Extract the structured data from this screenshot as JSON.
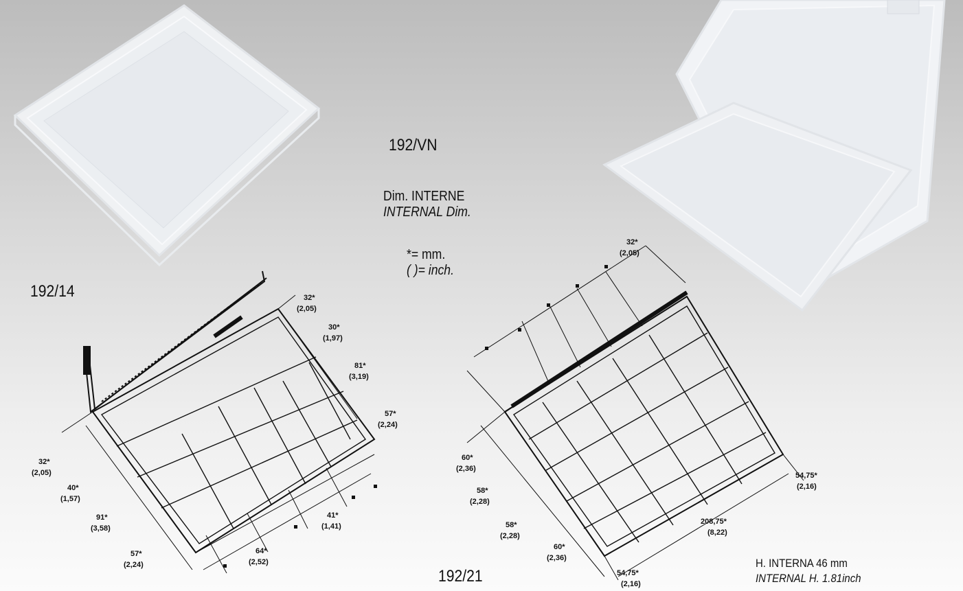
{
  "labels": {
    "model_top": "192/VN",
    "model_left": "192/14",
    "model_bottom": "192/21"
  },
  "notes": {
    "dim_it": "Dim. INTERNE",
    "dim_en": "INTERNAL Dim.",
    "mm_def": "*= mm.",
    "inch_def": "( )= inch.",
    "height_it": "H. INTERNA   46 mm",
    "height_en": "INTERNAL H. 1.81inch"
  },
  "dims_left": {
    "d1": "32*",
    "d1i": "(2,05)",
    "d2": "30*",
    "d2i": "(1,97)",
    "d3": "81*",
    "d3i": "(3,19)",
    "d4": "57*",
    "d4i": "(2,24)",
    "d5": "32*",
    "d5i": "(2,05)",
    "d6": "40*",
    "d6i": "(1,57)",
    "d7": "91*",
    "d7i": "(3,58)",
    "d8": "57*",
    "d8i": "(2,24)",
    "d9": "41*",
    "d9i": "(1,41)",
    "d10": "64*",
    "d10i": "(2,52)"
  },
  "dims_right": {
    "d1": "32*",
    "d1i": "(2,05)",
    "d2": "60*",
    "d2i": "(2,36)",
    "d3": "58*",
    "d3i": "(2,28)",
    "d4": "58*",
    "d4i": "(2,28)",
    "d5": "60*",
    "d5i": "(2,36)",
    "d6": "54,75*",
    "d6i": "(2,16)",
    "d7": "208,75*",
    "d7i": "(8,22)",
    "d8": "54,75*",
    "d8i": "(2,16)"
  }
}
